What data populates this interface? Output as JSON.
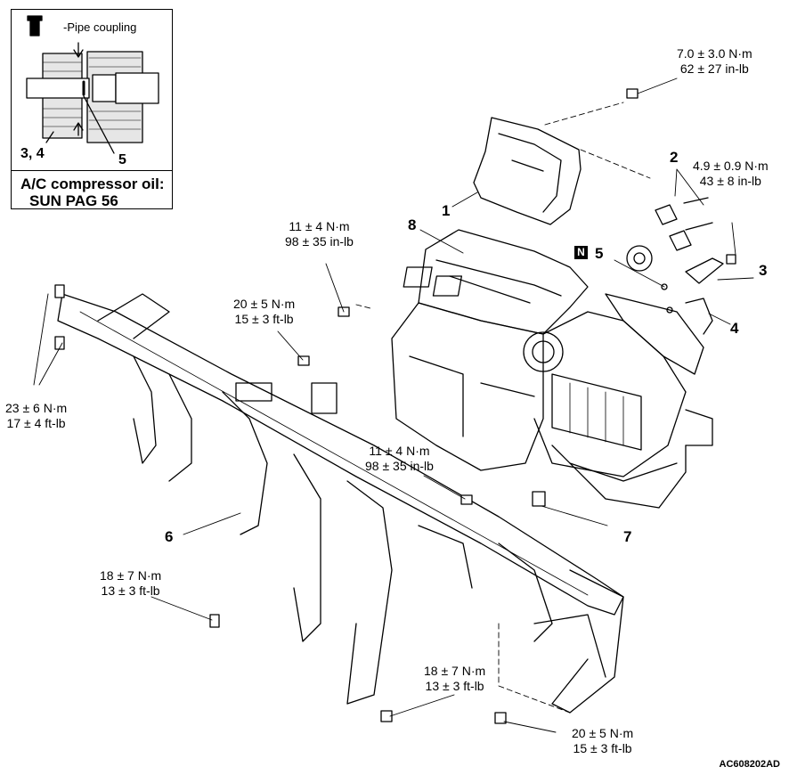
{
  "inset": {
    "pipe_coupling_label": "-Pipe coupling",
    "callout_3_4": "3, 4",
    "callout_5": "5",
    "oil_line1": "A/C compressor oil:",
    "oil_line2": "SUN PAG 56"
  },
  "torques": {
    "t_top_right_1": "7.0 ± 3.0 N·m",
    "t_top_right_2": "62 ± 27 in-lb",
    "t_fitting_1": "4.9 ± 0.9 N·m",
    "t_fitting_2": "43 ± 8 in-lb",
    "t_hvac_upper_1": "11 ± 4 N·m",
    "t_hvac_upper_2": "98 ± 35 in-lb",
    "t_bracket_1": "20 ± 5 N·m",
    "t_bracket_2": "15 ± 3 ft-lb",
    "t_left_1": "23 ± 6 N·m",
    "t_left_2": "17 ± 4 ft-lb",
    "t_hvac_lower_1": "11 ± 4 N·m",
    "t_hvac_lower_2": "98 ± 35 in-lb",
    "t_lower_left_1": "18 ± 7 N·m",
    "t_lower_left_2": "13 ± 3 ft-lb",
    "t_lower_mid_1": "18 ± 7 N·m",
    "t_lower_mid_2": "13 ± 3 ft-lb",
    "t_lower_right_1": "20 ± 5 N·m",
    "t_lower_right_2": "15 ± 3 ft-lb"
  },
  "callouts": {
    "c1": "1",
    "c2": "2",
    "c3": "3",
    "c4": "4",
    "c5": "5",
    "c6": "6",
    "c7": "7",
    "c8": "8"
  },
  "n_badge": "N",
  "figure_code": "AC608202AD"
}
